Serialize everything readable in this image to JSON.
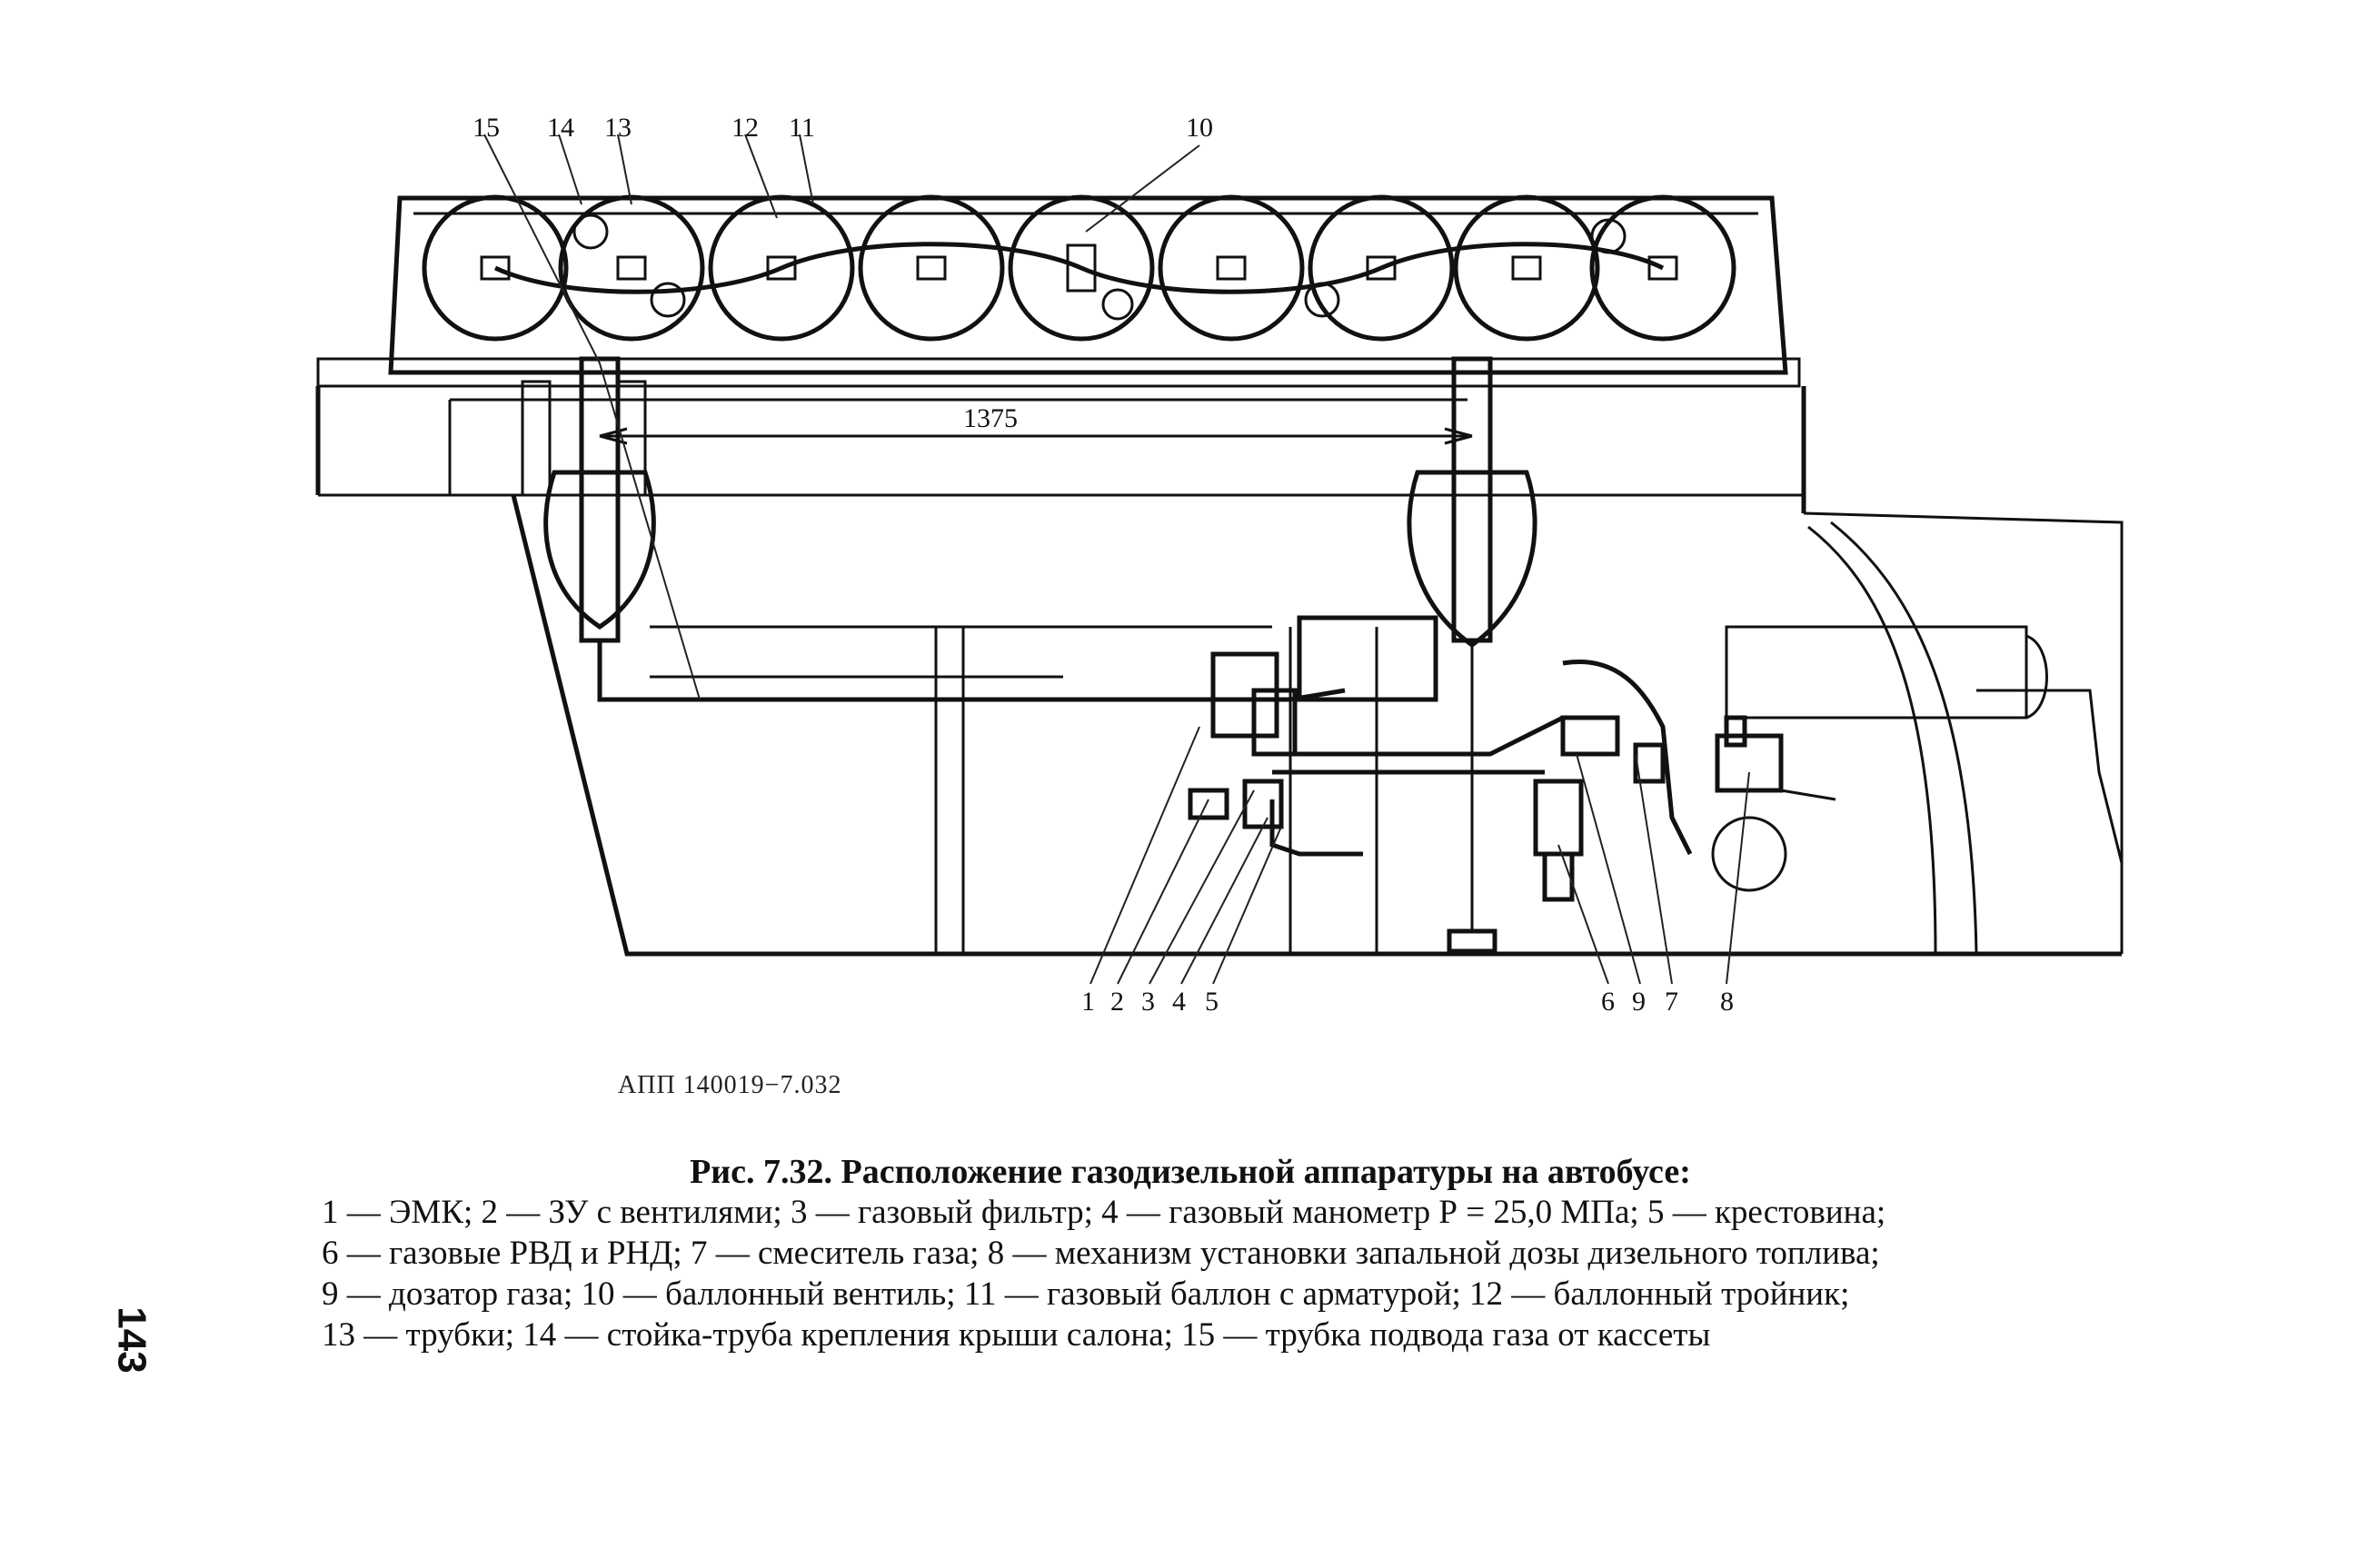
{
  "figure": {
    "top_labels": [
      "15",
      "14",
      "13",
      "12",
      "11",
      "10"
    ],
    "bottom_labels_left": [
      "1",
      "2",
      "3",
      "4",
      "5"
    ],
    "bottom_labels_right": [
      "6",
      "9",
      "7",
      "8"
    ],
    "dimension": "1375",
    "drawing_code": "АПП 140019−7.032"
  },
  "caption": {
    "title": "Рис. 7.32. Расположение газодизельной аппаратуры на автобусе:",
    "lines": [
      "1 — ЭМК; 2 — ЗУ с вентилями; 3 — газовый фильтр; 4 — газовый манометр Р = 25,0 МПа; 5 — крестовина;",
      "6 — газовые РВД и РНД; 7 — смеситель газа; 8 — механизм установки запальной дозы дизельного топлива;",
      "9 — дозатор газа; 10 — баллонный вентиль; 11 — газовый баллон с арматурой; 12 — баллонный тройник;",
      "13 — трубки; 14 — стойка-труба крепления крыши салона; 15 — трубка подвода газа от кассеты"
    ]
  },
  "page_number": "143"
}
